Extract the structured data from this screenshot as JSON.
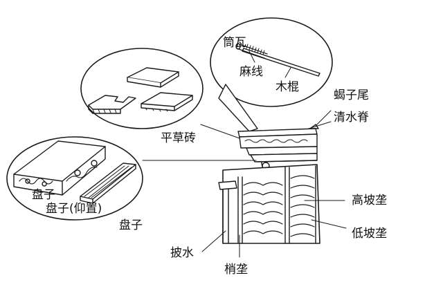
{
  "labels": {
    "tong_wa": "筒瓦",
    "ma_xian": "麻线",
    "mu_gun": "木棍",
    "xie_zi_wei": "蝎子尾",
    "qing_shui_ji": "清水脊",
    "ping_cao_zhuan": "平草砖",
    "gao_po_long": "高坡垄",
    "di_po_long": "低坡垄",
    "pan_zi_1": "盘子",
    "pan_zi_yang_zhi": "盘子(仰置)",
    "pan_zi_2": "盘子",
    "pi_shui": "披水",
    "shao_long": "梢垄"
  },
  "colors": {
    "stroke": "#1a1a1a",
    "background": "#ffffff"
  }
}
